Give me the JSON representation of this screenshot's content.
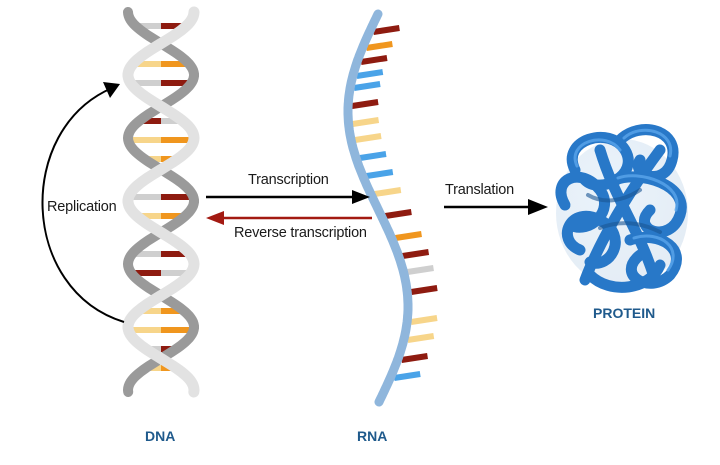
{
  "diagram": {
    "title": "Central dogma of molecular biology",
    "nodes": {
      "dna": {
        "label": "DNA"
      },
      "rna": {
        "label": "RNA"
      },
      "protein": {
        "label": "PROTEIN"
      }
    },
    "processes": {
      "replication": {
        "label": "Replication",
        "from": "DNA",
        "to": "DNA",
        "color": "#000000"
      },
      "transcription": {
        "label": "Transcription",
        "from": "DNA",
        "to": "RNA",
        "color": "#000000"
      },
      "reverse_transcription": {
        "label": "Reverse transcription",
        "from": "RNA",
        "to": "DNA",
        "color": "#a31a12"
      },
      "translation": {
        "label": "Translation",
        "from": "RNA",
        "to": "PROTEIN",
        "color": "#000000"
      }
    },
    "colors": {
      "label_blue": "#1f5a8c",
      "base_dark_red": "#8e1b10",
      "base_orange": "#f0961e",
      "base_light_yellow": "#f7d58a",
      "base_gray": "#cfcfcf",
      "base_blue": "#4aa3e8",
      "dna_backbone_light": "#e2e2e2",
      "dna_backbone_dark": "#9a9a9a",
      "rna_backbone": "#8fb6dc",
      "protein_blue": "#2b7fd0"
    }
  }
}
